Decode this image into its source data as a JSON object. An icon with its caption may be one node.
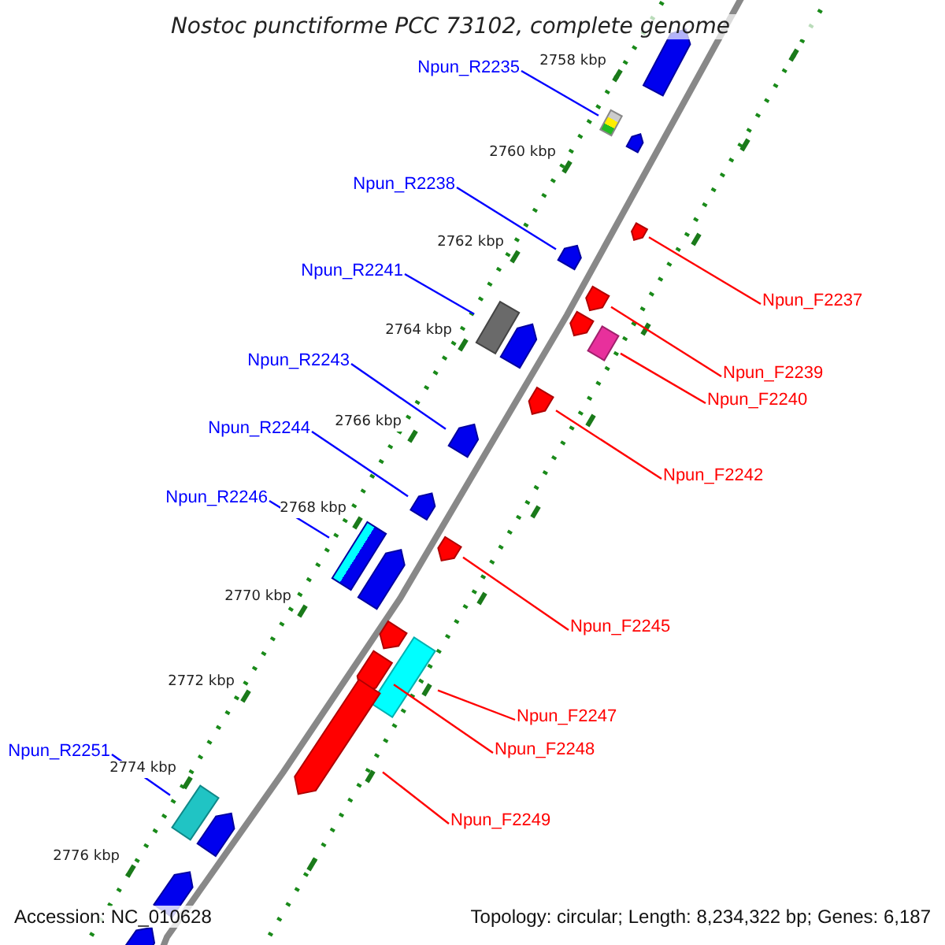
{
  "diagram": {
    "title": "Nostoc punctiforme PCC 73102, complete genome",
    "nodes": [
      {
        "text": [
          "Npun_R2235"
        ]
      },
      {
        "text": [],
        "shape": "box"
      },
      {
        "text": [
          "Npun_R2238"
        ]
      },
      {
        "text": [],
        "shape": "arrow"
      },
      {
        "text": [
          "Npun_R2241"
        ]
      },
      {
        "text": [],
        "shape": "box"
      },
      {
        "text": [
          "Npun_F2237"
        ]
      },
      {
        "text": [],
        "shape": "arrow"
      },
      {
        "text": [
          "Npun_R2243"
        ]
      },
      {
        "text": [],
        "shape": "arrow"
      },
      {
        "text": [
          "Npun_F2239"
        ]
      },
      {
        "text": [],
        "shape": "arrow"
      },
      {
        "text": [
          "Npun_F2240"
        ]
      },
      {
        "text": [],
        "shape": "box"
      },
      {
        "text": [
          "Npun_R2244"
        ]
      },
      {
        "text": [],
        "shape": "arrow"
      },
      {
        "text": [
          "Npun_F2242"
        ]
      },
      {
        "text": [],
        "shape": "arrow"
      },
      {
        "text": [
          "Npun_R2246"
        ]
      },
      {
        "text": [],
        "shape": "box"
      },
      {
        "text": [
          "Npun_F2245"
        ]
      },
      {
        "text": [],
        "shape": "arrow"
      },
      {
        "text": [
          "Npun_F2247"
        ]
      },
      {
        "text": [],
        "shape": "box"
      },
      {
        "text": [
          "Npun_R2251"
        ]
      },
      {
        "text": [],
        "shape": "box"
      },
      {
        "text": [
          "Npun_F2248"
        ]
      },
      {
        "text": [],
        "shape": "arrow"
      },
      {
        "text": [
          "Npun_F2249"
        ]
      },
      {
        "text": [],
        "shape": "arrow"
      },
      {
        "text": [],
        "shape": "arrow"
      },
      {
        "text": [],
        "shape": "arrow"
      },
      {
        "text": [],
        "shape": "arrow"
      },
      {
        "text": [],
        "shape": "arrow"
      },
      {
        "text": [],
        "shape": "arrow"
      },
      {
        "text": [],
        "shape": "arrow"
      },
      {
        "text": [],
        "shape": "arrow"
      },
      {
        "text": [],
        "shape": "arrow"
      },
      {
        "text": [],
        "shape": "arrow"
      }
    ],
    "edges": [
      {
        "from": 0,
        "to": 1,
        "arrow": "none",
        "color": "#0000ff"
      },
      {
        "from": 2,
        "to": 3,
        "arrow": "none",
        "color": "#0000ff"
      },
      {
        "from": 4,
        "to": 5,
        "arrow": "none",
        "color": "#0000ff"
      },
      {
        "from": 6,
        "to": 7,
        "arrow": "none"
      },
      {
        "from": 8,
        "to": 9,
        "arrow": "none",
        "color": "#0000ff"
      },
      {
        "from": 10,
        "to": 11,
        "arrow": "none"
      },
      {
        "from": 12,
        "to": 13,
        "arrow": "none"
      },
      {
        "from": 14,
        "to": 15,
        "arrow": "none",
        "color": "#0000ff"
      },
      {
        "from": 16,
        "to": 17,
        "arrow": "none"
      },
      {
        "from": 18,
        "to": 19,
        "arrow": "none",
        "color": "#0000ff"
      },
      {
        "from": 20,
        "to": 21,
        "arrow": "none"
      },
      {
        "from": 22,
        "to": 23,
        "arrow": "none"
      },
      {
        "from": 24,
        "to": 25,
        "arrow": "none",
        "color": "#0000ff"
      },
      {
        "from": 26,
        "to": 27,
        "arrow": "none"
      },
      {
        "from": 28,
        "to": 29,
        "arrow": "none"
      }
    ],
    "labels": [
      "2758 kbp",
      "2760 kbp",
      "2762 kbp",
      "2764 kbp",
      "2766 kbp",
      "2768 kbp",
      "2770 kbp",
      "2772 kbp",
      "2774 kbp",
      "2776 kbp",
      "Accession: NC_010628",
      "Topology: circular; Length: 8,234,322 bp; Genes: 6,187"
    ]
  }
}
